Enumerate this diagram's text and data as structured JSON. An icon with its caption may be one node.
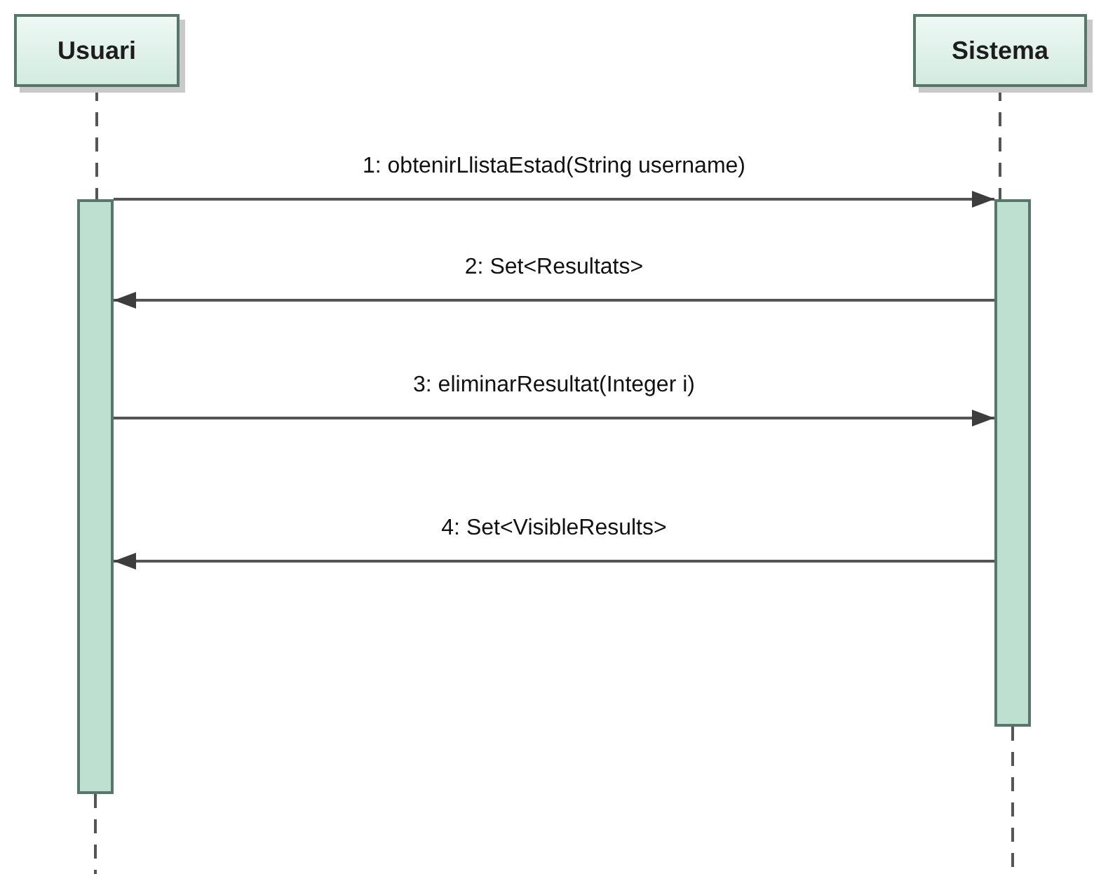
{
  "diagram": {
    "nodes": [
      {
        "text": [
          "Usuari"
        ]
      },
      {
        "text": [
          "Sistema"
        ]
      },
      {
        "text": [],
        "shape": "bar"
      },
      {
        "text": [],
        "shape": "bar"
      }
    ],
    "edges": [
      {
        "from": 0,
        "to": 2,
        "arrow": "none",
        "style": "dashed"
      },
      {
        "from": 1,
        "to": 3,
        "arrow": "none",
        "style": "dashed"
      },
      {
        "from": 2,
        "to": 3,
        "arrow": "to",
        "label": "1: obtenirLlistaEstad(String username)"
      },
      {
        "from": 3,
        "to": 2,
        "arrow": "to",
        "label": "2: Set<Resultats>"
      },
      {
        "from": 2,
        "to": 3,
        "arrow": "to",
        "label": "3: eliminarResultat(Integer i)"
      },
      {
        "from": 3,
        "to": 2,
        "arrow": "to",
        "label": "4: Set<VisibleResults>"
      }
    ]
  }
}
